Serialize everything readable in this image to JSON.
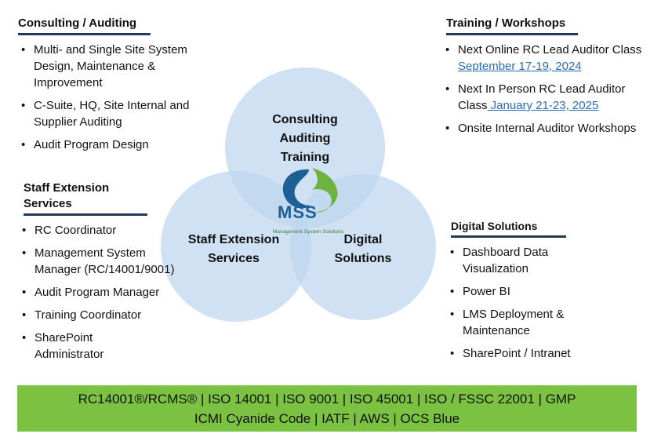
{
  "consulting": {
    "heading": "Consulting / Auditing",
    "items": [
      "Multi- and Single Site System Design, Maintenance & Improvement",
      "C-Suite, HQ, Site Internal and Supplier Auditing",
      "Audit Program Design"
    ]
  },
  "staff": {
    "heading": "Staff Extension Services",
    "items": [
      "RC Coordinator",
      "Management System Manager (RC/14001/9001)",
      "Audit Program Manager",
      "Training Coordinator",
      "SharePoint Administrator"
    ]
  },
  "training": {
    "heading": "Training / Workshops",
    "items": [
      {
        "text": "Next Online RC Lead Auditor Class ",
        "link": "September 17-19, 2024"
      },
      {
        "text": "Next In Person RC Lead Auditor Class",
        "link": " January 21-23, 2025"
      },
      {
        "text": " Onsite Internal Auditor Workshops",
        "link": ""
      }
    ]
  },
  "digital": {
    "heading": "Digital Solutions",
    "items": [
      "Dashboard Data Visualization",
      "Power BI",
      "LMS Deployment & Maintenance",
      "SharePoint / Intranet"
    ]
  },
  "venn": {
    "top_label_1": "Consulting",
    "top_label_2": "Auditing",
    "top_label_3": "Training",
    "left_label_1": "Staff Extension",
    "left_label_2": "Services",
    "right_label_1": "Digital",
    "right_label_2": "Solutions",
    "logo_text": "MSS",
    "logo_tagline": "Management System Solutions"
  },
  "footer": {
    "line1": "RC14001®/RCMS® | ISO 14001 | ISO 9001 | ISO 45001 | ISO / FSSC 22001 | GMP",
    "line2": "ICMI Cyanide Code | IATF | AWS | OCS Blue"
  },
  "colors": {
    "circle": "#bed5ee",
    "footer": "#7bc142",
    "rule": "#1f3b5c",
    "link": "#2a6db5",
    "logo_blue": "#1e5f96",
    "logo_green": "#6cb33f"
  }
}
